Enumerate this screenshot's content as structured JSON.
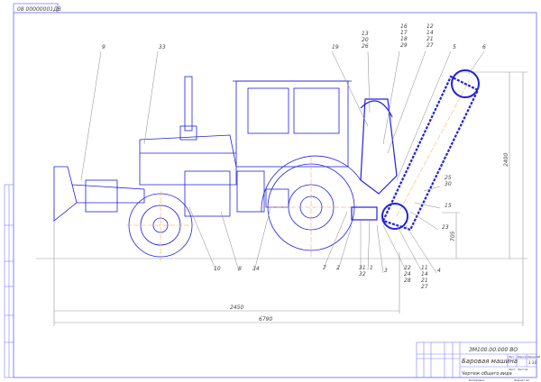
{
  "sheet": {
    "corner_code": "08 00000001ДВ",
    "colors": {
      "drawing": "#2020e0",
      "frame": "#8080ff",
      "leader": "#888888",
      "center": "#ff9a40"
    }
  },
  "callouts": {
    "c9": "9",
    "c33": "33",
    "c19": "19",
    "c13": [
      "13",
      "20",
      "26"
    ],
    "c16": [
      "16",
      "17",
      "18",
      "29"
    ],
    "c12": [
      "12",
      "14",
      "21",
      "27"
    ],
    "c5": "5",
    "c6": "6",
    "c25": [
      "25",
      "30"
    ],
    "c15": "15",
    "c23": "23",
    "c4": "4",
    "c11": [
      "11",
      "14",
      "21",
      "27"
    ],
    "c22": [
      "22",
      "24",
      "28"
    ],
    "c3": "3",
    "c1": "1",
    "c31": [
      "31",
      "32"
    ],
    "c2": "2",
    "c7": "7",
    "c10": "10",
    "c8": "8",
    "c34": "34"
  },
  "dimensions": {
    "wheelbase": "2450",
    "overall_length": "6790",
    "height": "2400",
    "depth": "705"
  },
  "title_block": {
    "designation": "ЗМ100.00.000 ВО",
    "name": "Баровая машина",
    "doc_type": "Чертеж общего вида",
    "scale": "1:10",
    "col_lit": "Лит.",
    "col_mass": "Масса",
    "col_scale": "Масштаб",
    "sheet": "Лист",
    "sheets": "Листов",
    "format": "Формат  А1",
    "copied": "Копировал"
  }
}
